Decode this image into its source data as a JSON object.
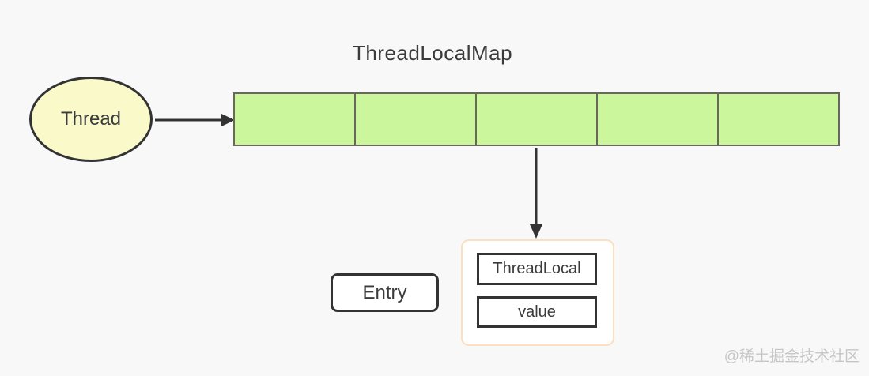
{
  "diagram": {
    "title": "ThreadLocalMap",
    "thread_node": {
      "label": "Thread"
    },
    "map_row": {
      "cell_count": 5
    },
    "entry_label": "Entry",
    "entry_fields": {
      "key": "ThreadLocal",
      "value": "value"
    },
    "watermark": "@稀土掘金技术社区"
  },
  "colors": {
    "background": "#f8f8f8",
    "cell_fill": "#cbf69c",
    "cell_border": "#68685c",
    "ellipse_fill": "#f9f9c9",
    "node_border": "#333333",
    "entry_container_border": "#fcdfbc",
    "arrow": "#333333",
    "text": "#3b3b3b",
    "watermark": "#c6c6c6",
    "box_fill": "#ffffff"
  }
}
